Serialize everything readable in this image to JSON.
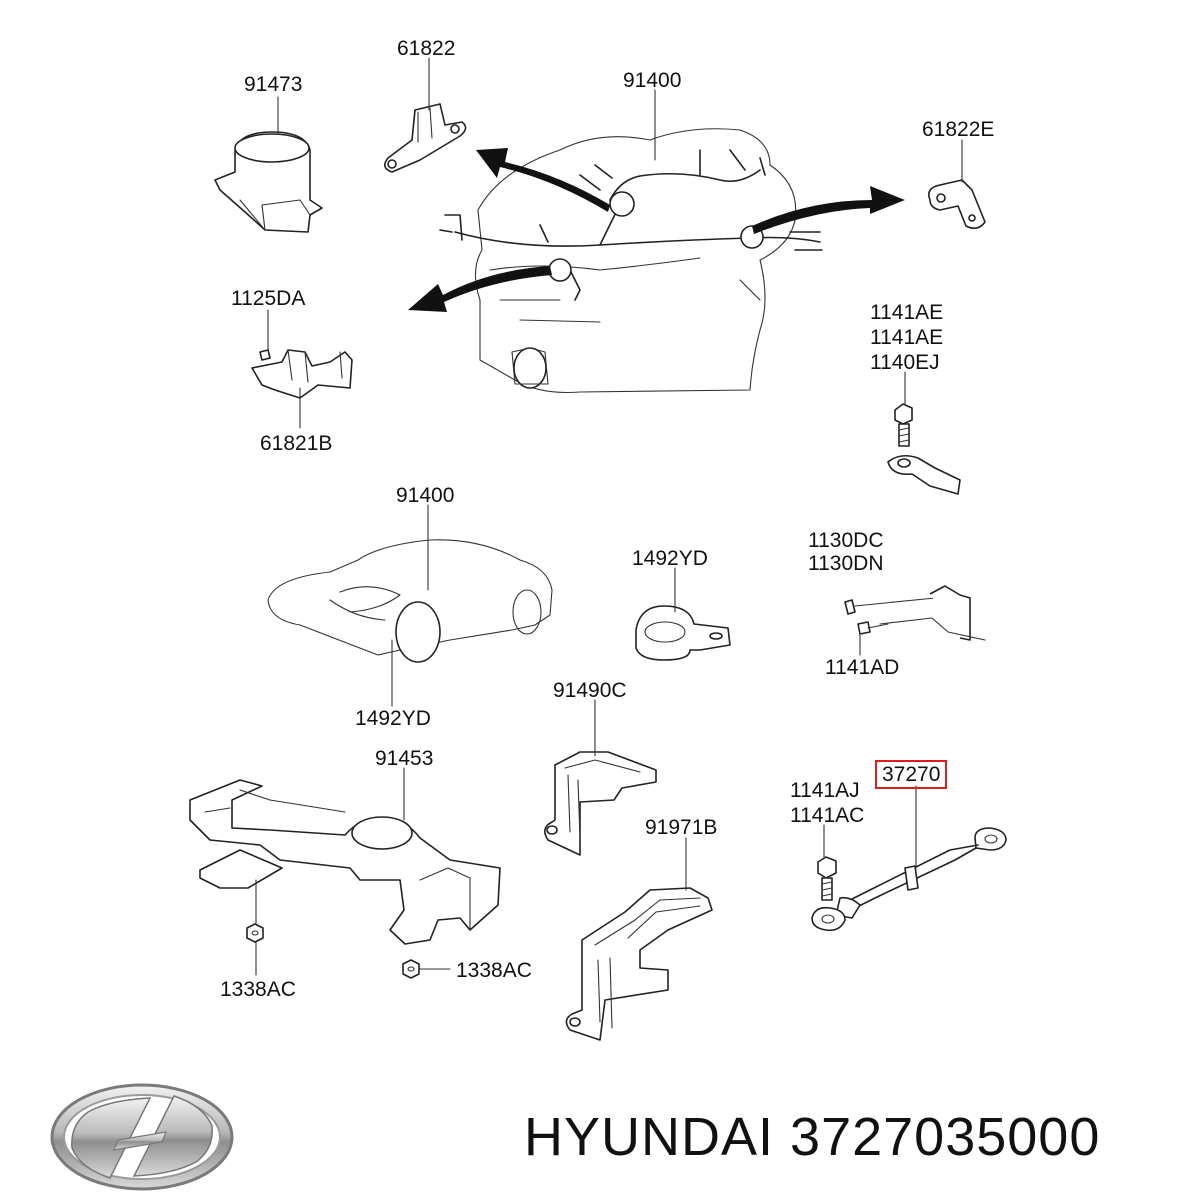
{
  "diagram": {
    "labels": {
      "p61822": "61822",
      "p91473": "91473",
      "p91400_top": "91400",
      "p61822e": "61822E",
      "p1125da": "1125DA",
      "p61821b": "61821B",
      "p1141ae_1": "1141AE",
      "p1141ae_2": "1141AE",
      "p1140ej": "1140EJ",
      "p91400_car": "91400",
      "p1492yd_clip": "1492YD",
      "p1130dc": "1130DC",
      "p1130dn": "1130DN",
      "p1141ad": "1141AD",
      "p1492yd_car": "1492YD",
      "p91490c": "91490C",
      "p91453": "91453",
      "p37270": "37270",
      "p1141aj": "1141AJ",
      "p1141ac": "1141AC",
      "p91971b": "91971B",
      "p1338ac_left": "1338AC",
      "p1338ac_right": "1338AC"
    },
    "highlight_color": "#d81e1e"
  },
  "footer": {
    "brand": "HYUNDAI",
    "part_number": "3727035000",
    "logo": "hyundai-logo"
  }
}
